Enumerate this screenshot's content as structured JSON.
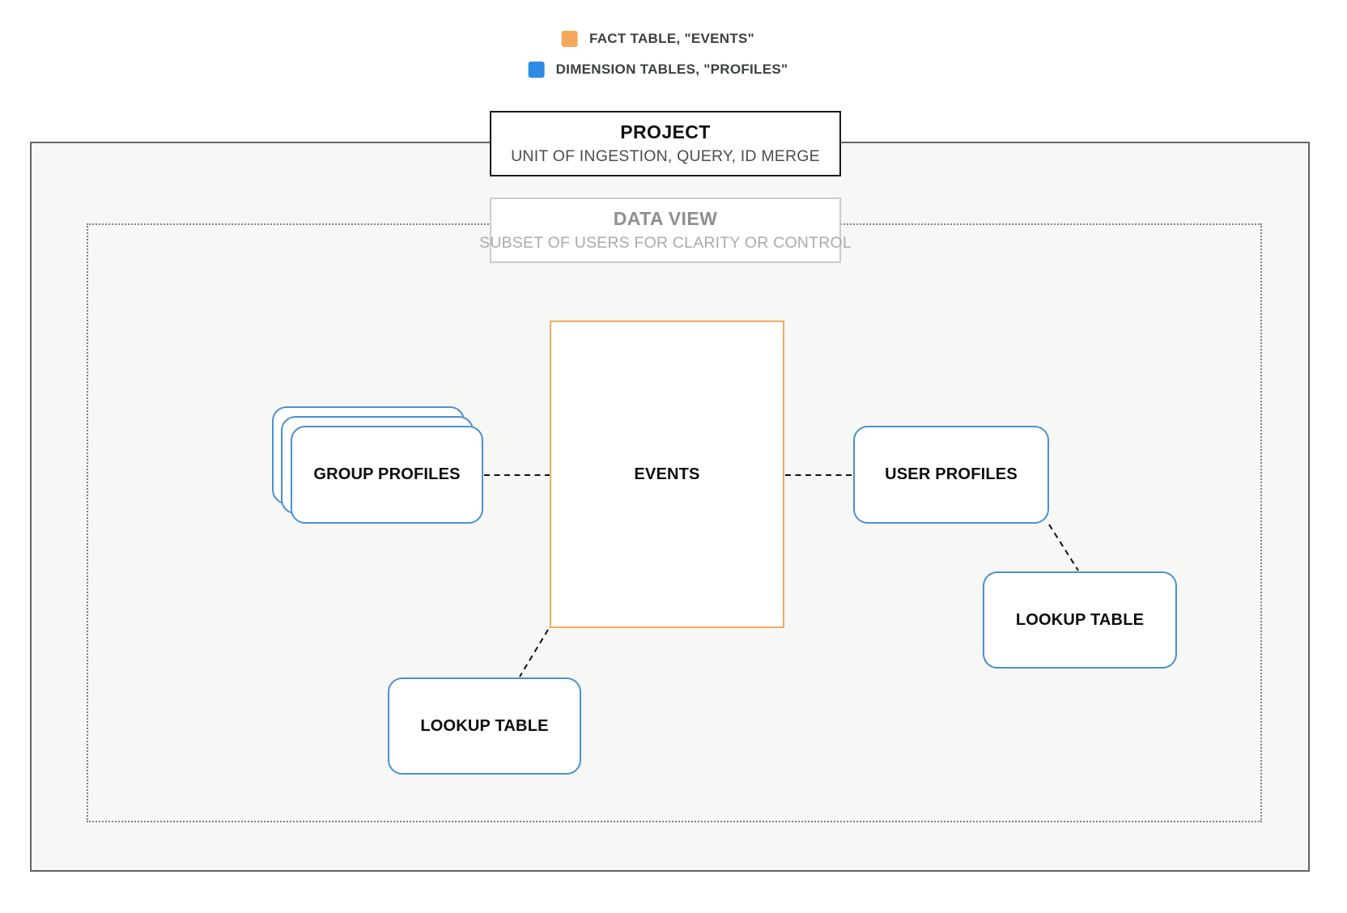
{
  "legend": {
    "items": [
      {
        "label": "FACT TABLE, \"EVENTS\"",
        "color": "#F5A85C"
      },
      {
        "label": "DIMENSION TABLES, \"PROFILES\"",
        "color": "#2E8BE6"
      }
    ]
  },
  "project": {
    "title": "PROJECT",
    "subtitle": "UNIT OF INGESTION, QUERY, ID MERGE"
  },
  "data_view": {
    "title": "DATA VIEW",
    "subtitle": "SUBSET OF USERS FOR CLARITY OR CONTROL"
  },
  "nodes": {
    "group_profiles": {
      "label": "GROUP PROFILES",
      "type": "dimension"
    },
    "events": {
      "label": "EVENTS",
      "type": "fact"
    },
    "user_profiles": {
      "label": "USER PROFILES",
      "type": "dimension"
    },
    "lookup_table_bottom": {
      "label": "LOOKUP TABLE",
      "type": "dimension"
    },
    "lookup_table_right": {
      "label": "LOOKUP TABLE",
      "type": "dimension"
    }
  },
  "connections": [
    {
      "from": "group_profiles",
      "to": "events",
      "style": "dashed"
    },
    {
      "from": "events",
      "to": "user_profiles",
      "style": "dashed"
    },
    {
      "from": "user_profiles",
      "to": "lookup_table_right",
      "style": "dashed"
    },
    {
      "from": "events",
      "to": "lookup_table_bottom",
      "style": "dashed"
    }
  ],
  "colors": {
    "fact_border": "#EEAC60",
    "dimension_border": "#4A90D2",
    "fact_swatch": "#F5A85C",
    "dimension_swatch": "#2E8BE6"
  }
}
